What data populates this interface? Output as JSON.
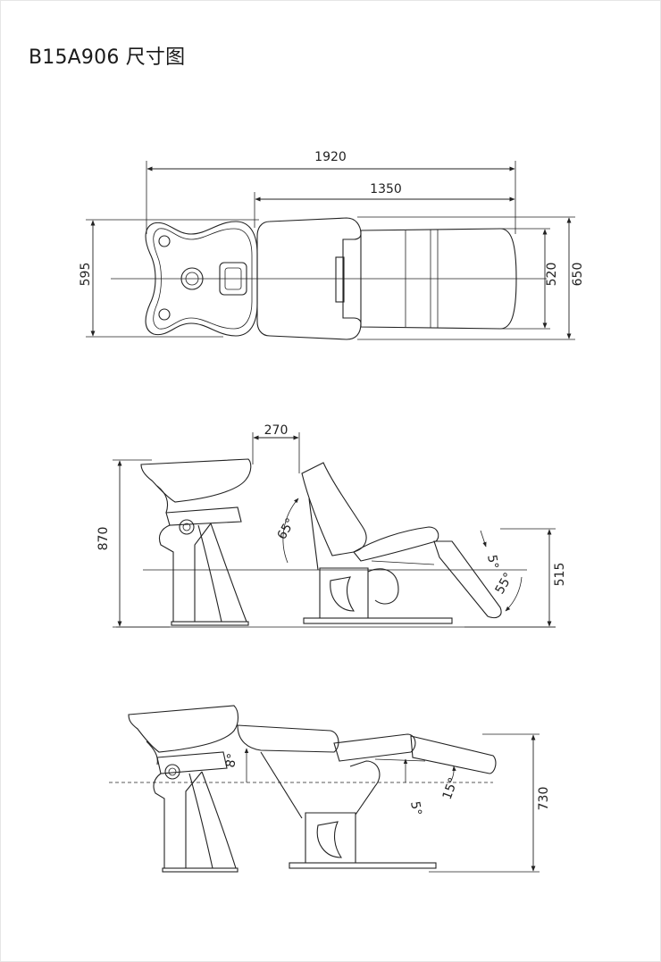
{
  "title": "B15A906 尺寸图",
  "dimensions": {
    "top_view": {
      "overall_length": "1920",
      "chair_length": "1350",
      "basin_width": "595",
      "seat_width": "520",
      "overall_width": "650"
    },
    "side_view_upright": {
      "height": "870",
      "basin_offset": "270",
      "seat_height": "515",
      "back_angle": "65°",
      "seat_angle": "5°",
      "leg_angle": "55°"
    },
    "side_view_reclined": {
      "height": "730",
      "head_angle": "8°",
      "seat_angle": "5°",
      "leg_angle": "15°"
    }
  },
  "colors": {
    "line": "#222222",
    "background": "#ffffff"
  }
}
